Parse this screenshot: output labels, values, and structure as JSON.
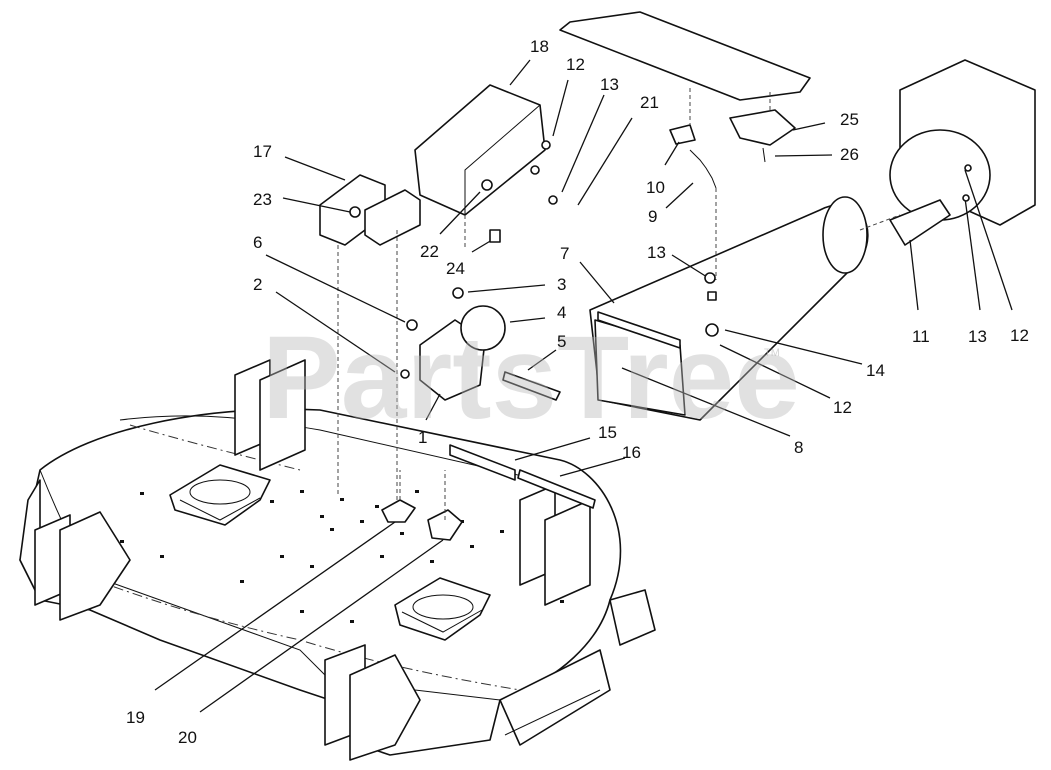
{
  "diagram": {
    "watermark": "PartsTree",
    "watermark_mark": "TM",
    "callouts": [
      "18",
      "12",
      "13",
      "21",
      "17",
      "23",
      "22",
      "24",
      "6",
      "2",
      "3",
      "4",
      "5",
      "1",
      "10",
      "9",
      "7",
      "13",
      "14",
      "12",
      "8",
      "15",
      "16",
      "19",
      "20",
      "25",
      "26",
      "11",
      "13",
      "12"
    ]
  }
}
